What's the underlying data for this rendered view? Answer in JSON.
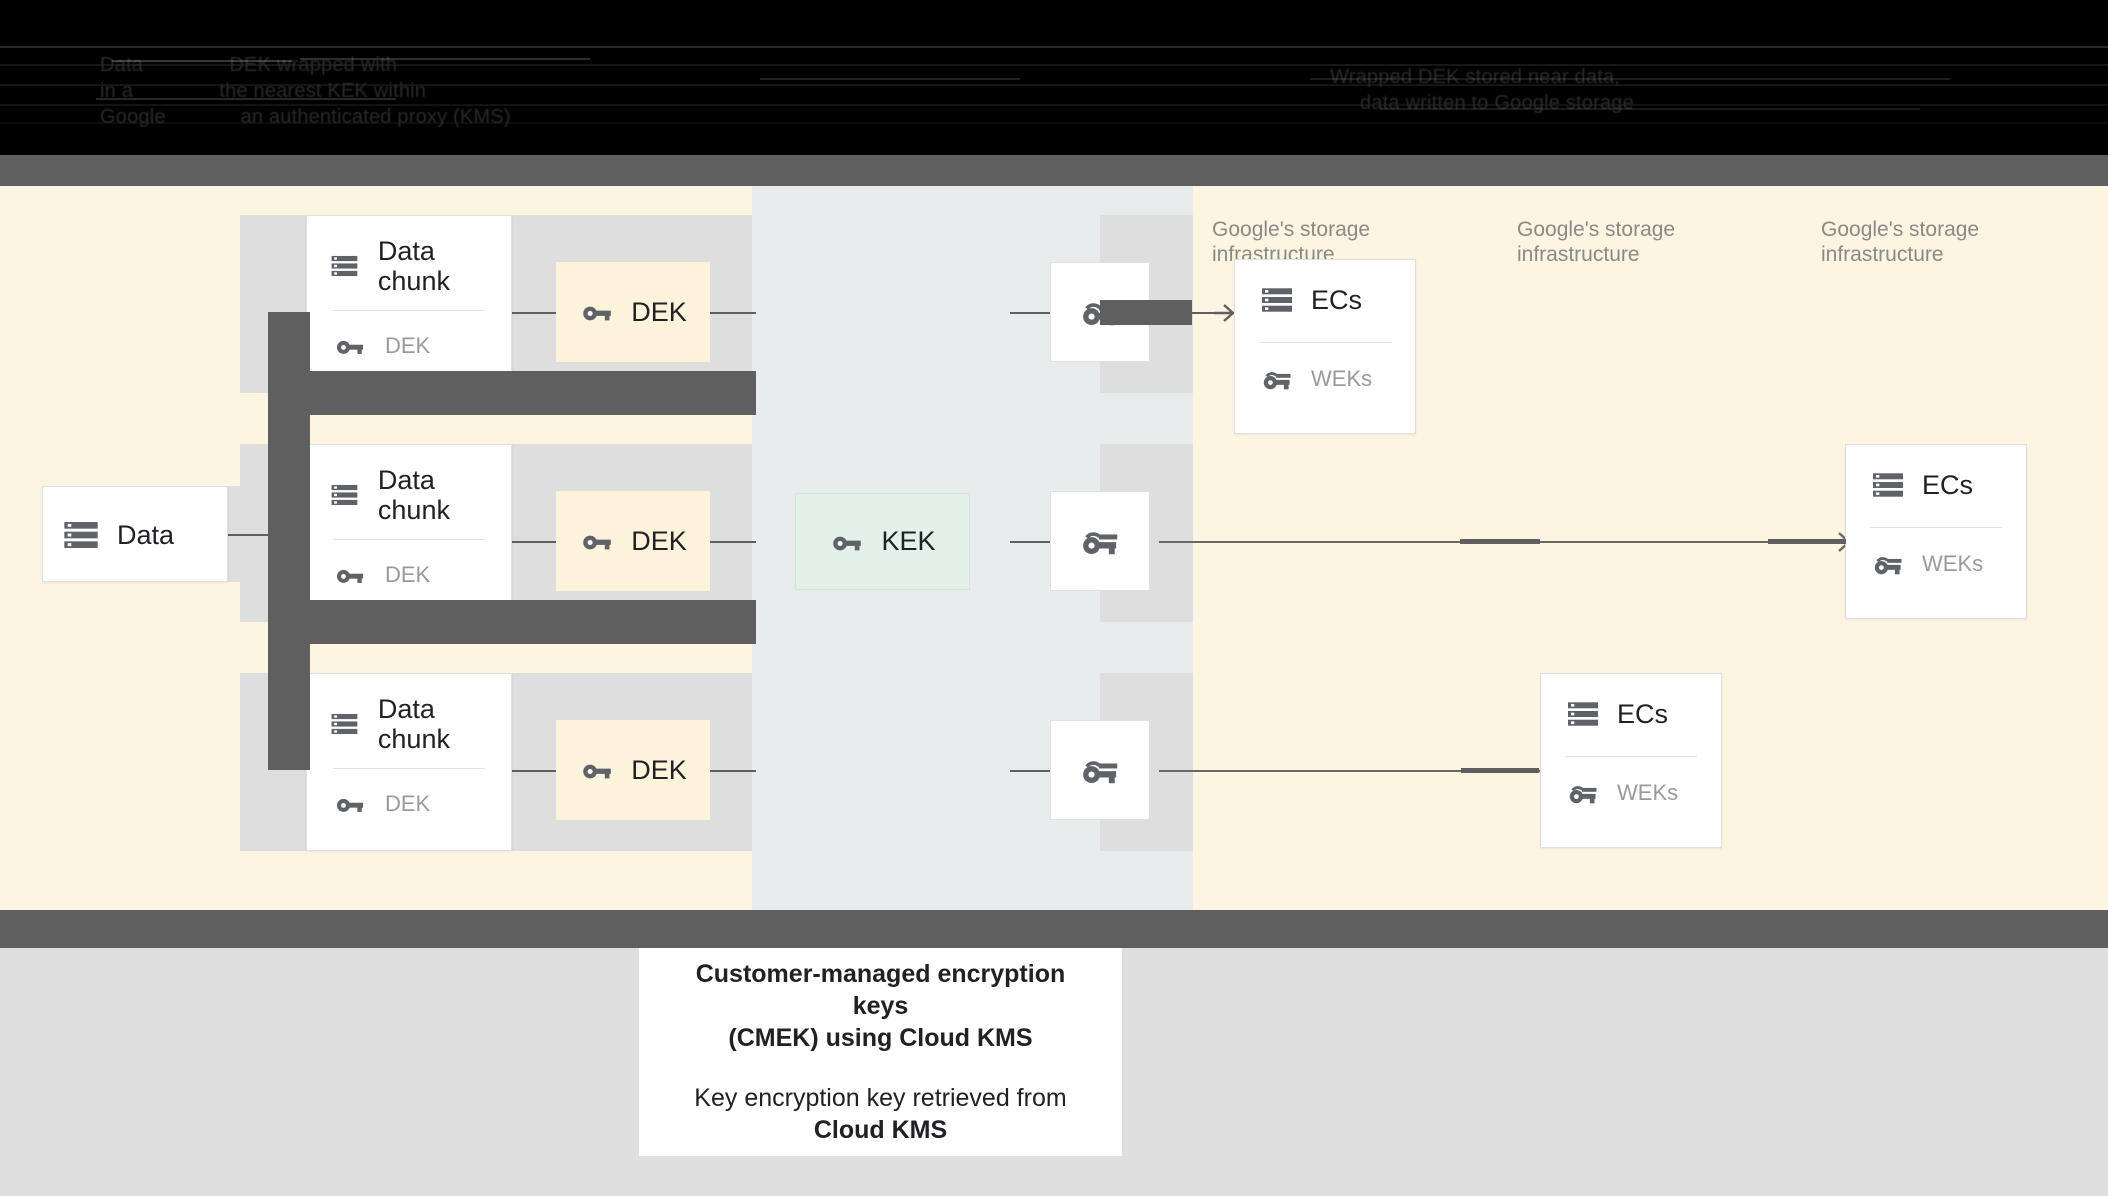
{
  "header": {
    "obscured": true,
    "lines": [
      "Data               DEK wrapped with",
      "in a               the nearest KEK within",
      "Google             an authenticated proxy (KMS)"
    ],
    "right_lines": [
      "Wrapped DEK stored near data,",
      "data written to Google storage"
    ]
  },
  "diagram": {
    "source_card": {
      "title": "Data",
      "icon": "server-icon"
    },
    "chunks": [
      {
        "title": "Data chunk",
        "icon": "server-icon",
        "key_label": "DEK",
        "key_icon": "key-icon"
      },
      {
        "title": "Data chunk",
        "icon": "server-icon",
        "key_label": "DEK",
        "key_icon": "key-icon"
      },
      {
        "title": "Data chunk",
        "icon": "server-icon",
        "key_label": "DEK",
        "key_icon": "key-icon"
      }
    ],
    "dek_chips": [
      {
        "label": "DEK",
        "icon": "key-icon"
      },
      {
        "label": "DEK",
        "icon": "key-icon"
      },
      {
        "label": "DEK",
        "icon": "key-icon"
      }
    ],
    "kek_chip": {
      "label": "KEK",
      "icon": "key-icon"
    },
    "wrapped_keys": [
      {
        "icon": "wrapped-key-icon"
      },
      {
        "icon": "wrapped-key-icon"
      },
      {
        "icon": "wrapped-key-icon"
      }
    ],
    "infra_labels": [
      "Google's storage\ninfrastructure",
      "Google's storage\ninfrastructure",
      "Google's storage\ninfrastructure"
    ],
    "ec_cards": [
      {
        "title": "ECs",
        "icon": "server-icon",
        "key_label": "WEKs",
        "key_icon": "wrapped-key-icon"
      },
      {
        "title": "ECs",
        "icon": "server-icon",
        "key_label": "WEKs",
        "key_icon": "wrapped-key-icon"
      },
      {
        "title": "ECs",
        "icon": "server-icon",
        "key_label": "WEKs",
        "key_icon": "wrapped-key-icon"
      }
    ]
  },
  "caption": {
    "title_line1": "Customer-managed encryption keys",
    "title_line2": "(CMEK) using Cloud KMS",
    "body_line1": "Key encryption key retrieved from",
    "body_line2": "Cloud KMS"
  },
  "colors": {
    "cream": "#fdf5e1",
    "kek_column": "#e8ecec",
    "lane_gray": "#dedede",
    "band_gray": "#5f5f5f",
    "footer_gray": "#dfdfdf",
    "dek_fill": "#fdf3da",
    "kek_fill": "#e3f1ea",
    "icon_gray": "#5f6368",
    "muted_text": "#9a9a9a",
    "infra_text": "#8a8a85"
  }
}
